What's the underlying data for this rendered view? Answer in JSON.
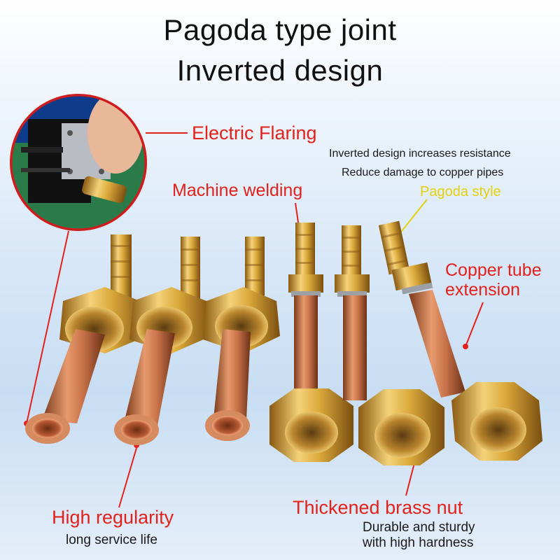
{
  "title": {
    "line1": "Pagoda type joint",
    "line2": "Inverted design"
  },
  "labels": {
    "electric_flaring": "Electric Flaring",
    "resistance_note": "Inverted design increases resistance",
    "damage_note": "Reduce damage to copper pipes",
    "machine_welding": "Machine welding",
    "pagoda_style": "Pagoda style",
    "copper_tube_line1": "Copper tube",
    "copper_tube_line2": "extension",
    "high_regularity": "High regularity",
    "long_service": "long service life",
    "brass_nut": "Thickened brass nut",
    "durable_line1": "Durable and sturdy",
    "durable_line2": "with high hardness"
  },
  "colors": {
    "callout_red": "#e3211d",
    "pagoda_yellow": "#e4d10e",
    "brass": "#d9a83a",
    "copper": "#c8724a"
  }
}
